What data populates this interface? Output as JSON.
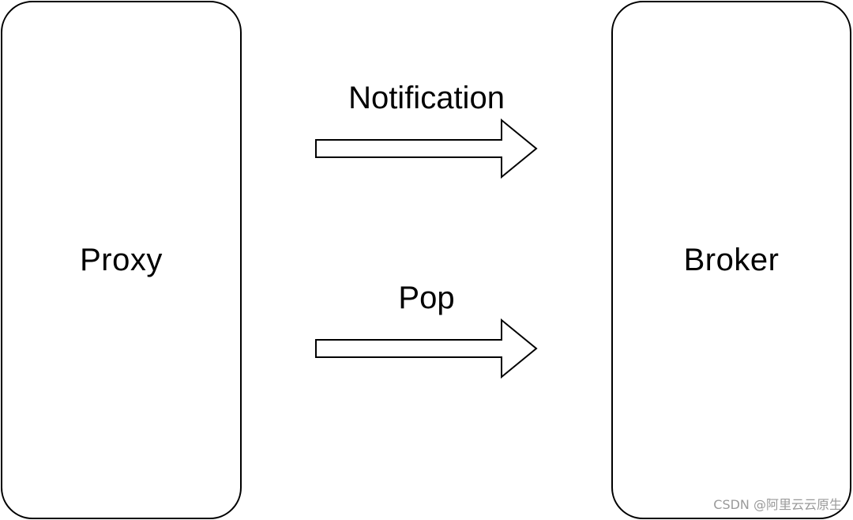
{
  "nodes": {
    "proxy": {
      "label": "Proxy"
    },
    "broker": {
      "label": "Broker"
    }
  },
  "edges": [
    {
      "label": "Notification",
      "from": "Proxy",
      "to": "Broker"
    },
    {
      "label": "Pop",
      "from": "Proxy",
      "to": "Broker"
    }
  ],
  "watermark": "CSDN @阿里云云原生"
}
